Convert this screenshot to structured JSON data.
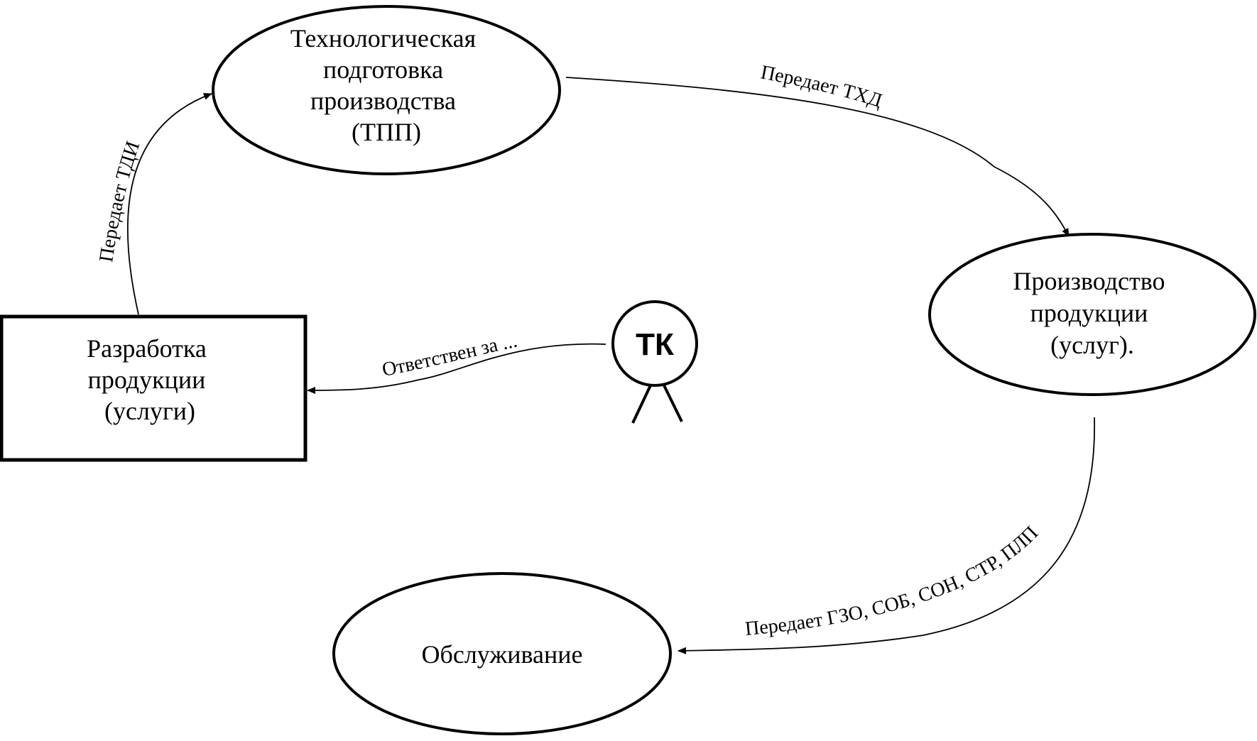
{
  "nodes": {
    "tpp": {
      "lines": [
        "Технологическая",
        "подготовка",
        "производства",
        "(ТПП)"
      ]
    },
    "production": {
      "lines": [
        "Производство",
        "продукции",
        "(услуг)."
      ]
    },
    "development": {
      "lines": [
        "Разработка",
        "продукции",
        "(услуги)"
      ]
    },
    "service": {
      "lines": [
        "Обслуживание"
      ]
    }
  },
  "actor": {
    "label": "ТК"
  },
  "edges": {
    "tdi": {
      "label": "Передает ТДИ"
    },
    "txd": {
      "label": "Передает ТХД"
    },
    "responsible": {
      "label": "Ответствен за ..."
    },
    "gzo": {
      "label": "Передает ГЗО, СОБ, СОН, СТР, ПЛП"
    }
  }
}
